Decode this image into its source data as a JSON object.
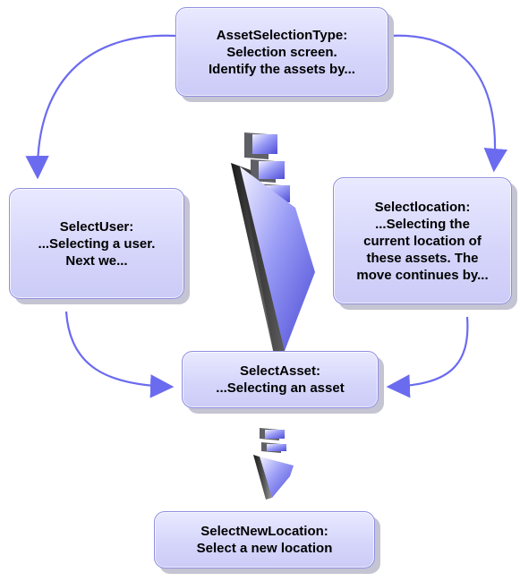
{
  "diagram": {
    "nodes": {
      "asset_selection_type": "AssetSelectionType:\nSelection screen.\nIdentify the assets by...",
      "select_user": "SelectUser:\n...Selecting a user.\nNext we...",
      "select_location": "Selectlocation:\n...Selecting the\ncurrent location of\nthese assets. The\nmove continues by...",
      "select_asset": "SelectAsset:\n...Selecting an asset",
      "select_new_location": "SelectNewLocation:\nSelect a new location"
    },
    "colors": {
      "connector": "#6b6bf0",
      "node_fill": "#d6d6fb",
      "node_border": "#8e8ee0",
      "node_shadow": "#c4c4d2",
      "big_arrow_light": "#f2f2ff",
      "big_arrow_mid": "#9a9cf6",
      "big_arrow_dark": "#4d4cd6",
      "big_arrow_side": "#3a3a3a"
    },
    "edges": [
      {
        "from": "asset_selection_type",
        "to": "select_user"
      },
      {
        "from": "asset_selection_type",
        "to": "select_location"
      },
      {
        "from": "select_user",
        "to": "select_asset"
      },
      {
        "from": "select_location",
        "to": "select_asset"
      }
    ],
    "icons": [
      "flow-arrow-icon",
      "small-flow-arrow-icon"
    ]
  }
}
